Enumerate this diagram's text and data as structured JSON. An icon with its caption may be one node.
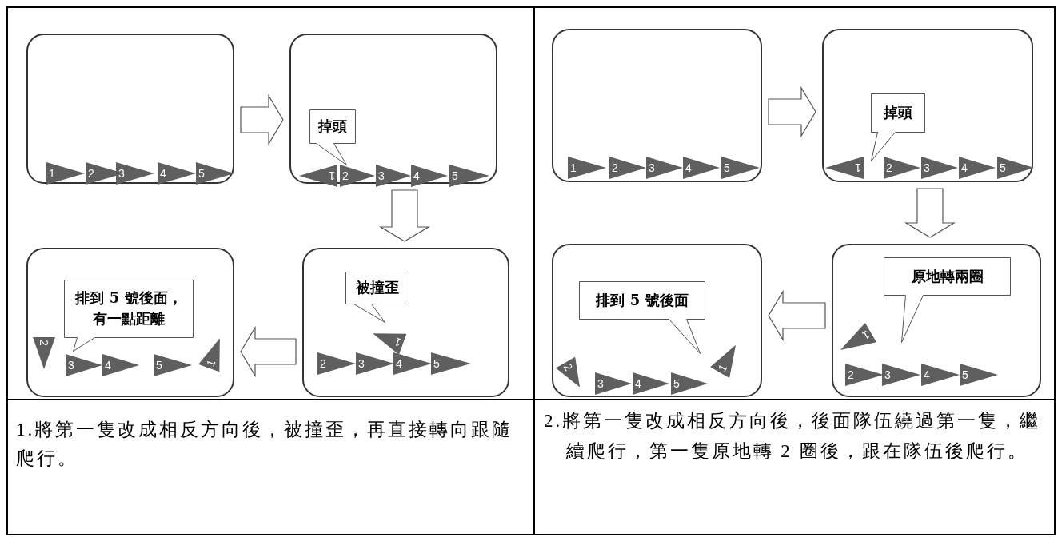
{
  "diagram": {
    "nodes": [
      {
        "text": [],
        "shape": "box"
      },
      {
        "text": [
          "1"
        ],
        "in": 0
      },
      {
        "text": [
          "2"
        ],
        "in": 0
      },
      {
        "text": [
          "3"
        ],
        "in": 0
      },
      {
        "text": [
          "4"
        ],
        "in": 0
      },
      {
        "text": [
          "5"
        ],
        "in": 0
      },
      {
        "text": [],
        "shape": "box"
      },
      {
        "text": [
          "掉頭"
        ],
        "in": 6
      },
      {
        "text": [
          "1"
        ],
        "in": 6
      },
      {
        "text": [
          "2"
        ],
        "in": 6
      },
      {
        "text": [
          "3"
        ],
        "in": 6
      },
      {
        "text": [
          "4"
        ],
        "in": 6
      },
      {
        "text": [
          "5"
        ],
        "in": 6
      },
      {
        "text": [],
        "shape": "box"
      },
      {
        "text": [
          "被撞歪"
        ],
        "in": 13
      },
      {
        "text": [
          "1"
        ],
        "in": 13
      },
      {
        "text": [
          "2"
        ],
        "in": 13
      },
      {
        "text": [
          "3"
        ],
        "in": 13
      },
      {
        "text": [
          "4"
        ],
        "in": 13
      },
      {
        "text": [
          "5"
        ],
        "in": 13
      },
      {
        "text": [],
        "shape": "box"
      },
      {
        "text": [
          "排到 5 號後面，有一點距離"
        ],
        "in": 20
      },
      {
        "text": [
          "2"
        ],
        "in": 20
      },
      {
        "text": [
          "3"
        ],
        "in": 20
      },
      {
        "text": [
          "4"
        ],
        "in": 20
      },
      {
        "text": [
          "5"
        ],
        "in": 20
      },
      {
        "text": [
          "1"
        ],
        "in": 20
      },
      {
        "text": [],
        "shape": "box"
      },
      {
        "text": [
          "1"
        ],
        "in": 27
      },
      {
        "text": [
          "2"
        ],
        "in": 27
      },
      {
        "text": [
          "3"
        ],
        "in": 27
      },
      {
        "text": [
          "4"
        ],
        "in": 27
      },
      {
        "text": [
          "5"
        ],
        "in": 27
      },
      {
        "text": [],
        "shape": "box"
      },
      {
        "text": [
          "掉頭"
        ],
        "in": 33
      },
      {
        "text": [
          "1"
        ],
        "in": 33
      },
      {
        "text": [
          "2"
        ],
        "in": 33
      },
      {
        "text": [
          "3"
        ],
        "in": 33
      },
      {
        "text": [
          "4"
        ],
        "in": 33
      },
      {
        "text": [
          "5"
        ],
        "in": 33
      },
      {
        "text": [],
        "shape": "box"
      },
      {
        "text": [
          "原地轉兩圈"
        ],
        "in": 40
      },
      {
        "text": [
          "1"
        ],
        "in": 40
      },
      {
        "text": [
          "2"
        ],
        "in": 40
      },
      {
        "text": [
          "3"
        ],
        "in": 40
      },
      {
        "text": [
          "4"
        ],
        "in": 40
      },
      {
        "text": [
          "5"
        ],
        "in": 40
      },
      {
        "text": [],
        "shape": "box"
      },
      {
        "text": [
          "排到 5 號後面"
        ],
        "in": 47
      },
      {
        "text": [
          "2"
        ],
        "in": 47
      },
      {
        "text": [
          "3"
        ],
        "in": 47
      },
      {
        "text": [
          "4"
        ],
        "in": 47
      },
      {
        "text": [
          "5"
        ],
        "in": 47
      },
      {
        "text": [
          "1"
        ],
        "in": 47
      }
    ],
    "edges": [
      {
        "from": 0,
        "to": 6,
        "arrow": "to"
      },
      {
        "from": 6,
        "to": 13,
        "arrow": "to"
      },
      {
        "from": 13,
        "to": 20,
        "arrow": "to"
      },
      {
        "from": 27,
        "to": 33,
        "arrow": "to"
      },
      {
        "from": 33,
        "to": 40,
        "arrow": "to"
      },
      {
        "from": 40,
        "to": 47,
        "arrow": "to"
      }
    ],
    "labels": [
      "1.將第一隻改成相反方向後，被撞歪，再直接轉向跟隨爬行。",
      "2.將第一隻改成相反方向後，後面隊伍繞過第一隻，繼續爬行，第一隻原地轉 2 圈後，跟在隊伍後爬行。"
    ]
  }
}
